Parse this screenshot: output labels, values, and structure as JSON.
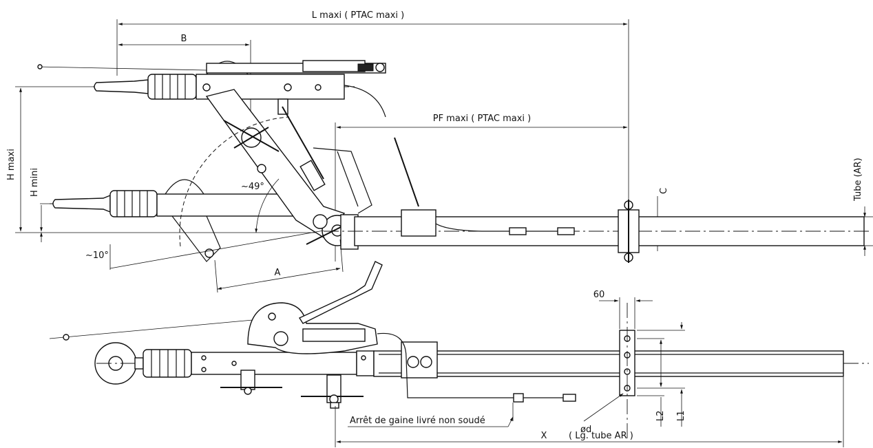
{
  "dimensions": {
    "l_maxi": "L maxi ( PTAC maxi )",
    "b": "B",
    "pf_maxi": "PF maxi ( PTAC maxi )",
    "h_maxi": "H maxi",
    "h_mini": "H mini",
    "angle_49": "~49°",
    "angle_10": "~10°",
    "a": "A",
    "c": "C",
    "tube_ar": "Tube (AR)",
    "sixty": "60",
    "l1": "L1",
    "l2": "L2",
    "od": "ød",
    "x": "X",
    "lg_tube_ar": "( Lg. tube AR )"
  },
  "notes": {
    "arret_gaine": "Arrêt de gaine livré non soudé"
  }
}
